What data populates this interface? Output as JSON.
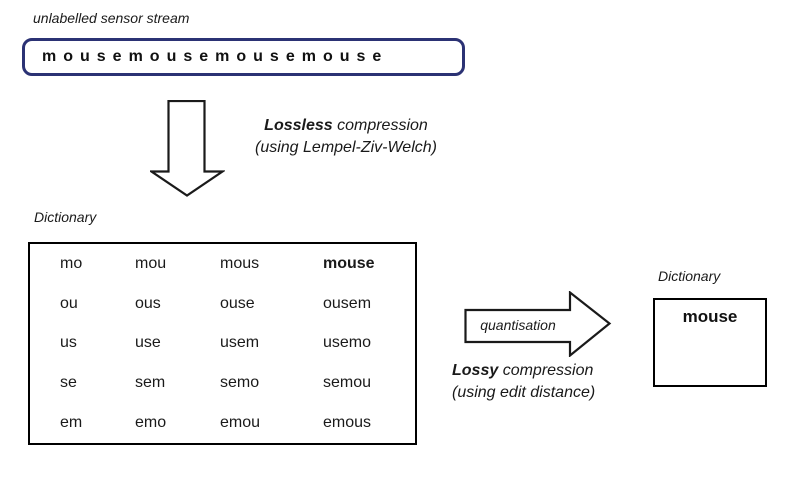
{
  "colors": {
    "stream_box_border": "#2b3274",
    "shape_outline": "#1a1a1a",
    "text": "#1a1a1a",
    "background": "#ffffff"
  },
  "stream": {
    "label": "unlabelled sensor stream",
    "content": "mousemousemousemouse"
  },
  "lossless": {
    "title_bold": "Lossless",
    "title_rest": " compression",
    "subtitle": "(using Lempel-Ziv-Welch)",
    "arrow": "down-block-arrow"
  },
  "dictionary_full": {
    "label": "Dictionary",
    "rows": [
      [
        "mo",
        "mou",
        "mous",
        "mouse"
      ],
      [
        "ou",
        "ous",
        "ouse",
        "ousem"
      ],
      [
        "us",
        "use",
        "usem",
        "usemo"
      ],
      [
        "se",
        "sem",
        "semo",
        "semou"
      ],
      [
        "em",
        "emo",
        "emou",
        "emous"
      ]
    ],
    "bold_entry": "mouse"
  },
  "lossy": {
    "arrow_label": "quantisation",
    "title_bold": "Lossy",
    "title_rest": " compression",
    "subtitle": "(using edit distance)",
    "arrow": "right-block-arrow"
  },
  "dictionary_compressed": {
    "label": "Dictionary",
    "entry": "mouse"
  }
}
